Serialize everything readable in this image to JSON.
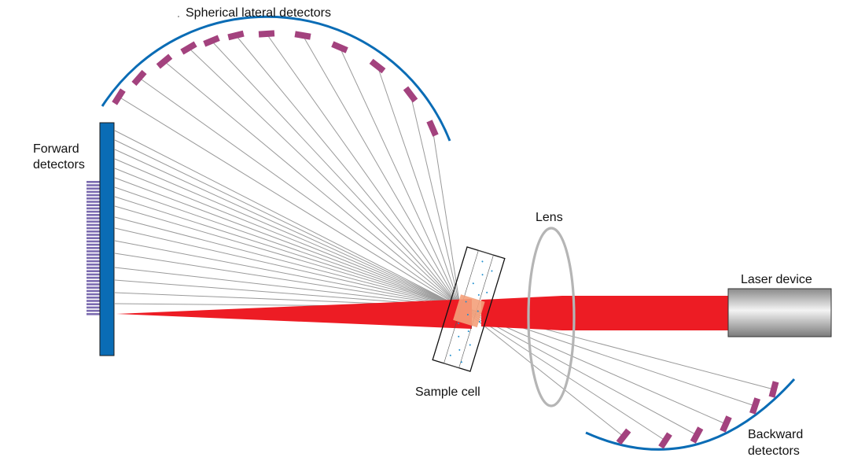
{
  "labels": {
    "spherical": "Spherical lateral detectors",
    "forward_line1": "Forward",
    "forward_line2": "detectors",
    "lens": "Lens",
    "laser": "Laser device",
    "sample": "Sample cell",
    "backward_line1": "Backward",
    "backward_line2": "detectors"
  },
  "colors": {
    "arc": "#0a6cb5",
    "forward_plate": "#0a6cb5",
    "forward_elements": "#7b6bb0",
    "detector": "#a3427e",
    "ray": "#9a9a9a",
    "beam": "#ed1c24",
    "scatter_zone": "#f4a07a",
    "particles": "#1f8fcf",
    "lens": "#b5b5b5",
    "laser_body": "#cfcfcf"
  }
}
